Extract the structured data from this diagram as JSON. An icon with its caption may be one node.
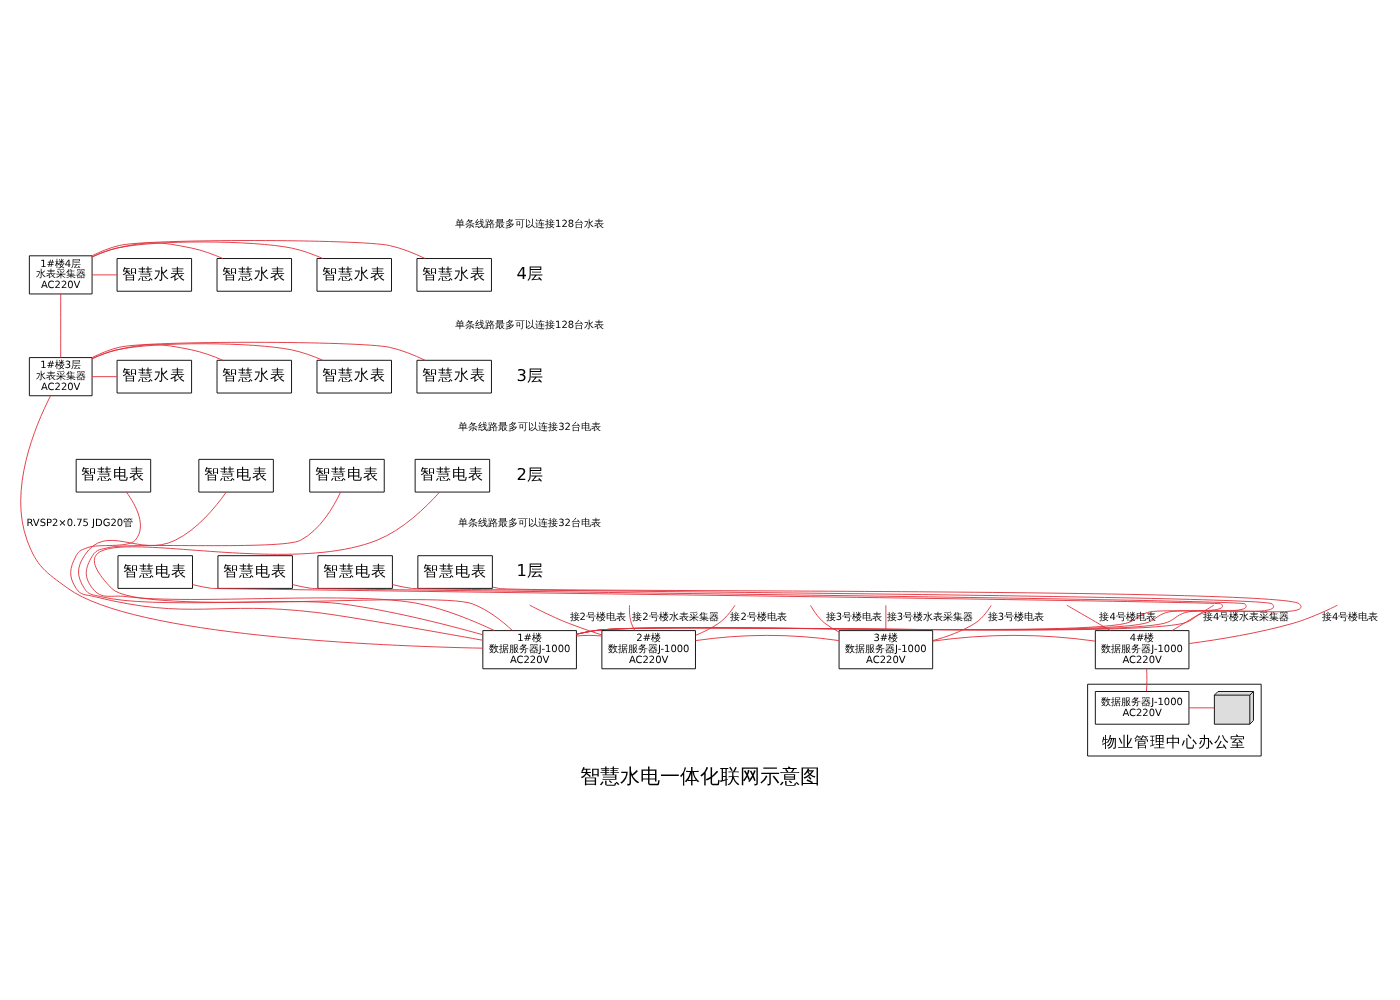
{
  "diagram": {
    "title": "智慧水电一体化联网示意图",
    "nodes": [
      {
        "text": [
          "1#楼4层",
          "水表采集器",
          "AC220V"
        ]
      },
      {
        "text": [
          "智慧水表"
        ]
      },
      {
        "text": [
          "智慧水表"
        ]
      },
      {
        "text": [
          "智慧水表"
        ]
      },
      {
        "text": [
          "智慧水表"
        ]
      },
      {
        "text": [
          "1#楼3层",
          "水表采集器",
          "AC220V"
        ]
      },
      {
        "text": [
          "智慧水表"
        ]
      },
      {
        "text": [
          "智慧水表"
        ]
      },
      {
        "text": [
          "智慧水表"
        ]
      },
      {
        "text": [
          "智慧水表"
        ]
      },
      {
        "text": [
          "智慧电表"
        ]
      },
      {
        "text": [
          "智慧电表"
        ]
      },
      {
        "text": [
          "智慧电表"
        ]
      },
      {
        "text": [
          "智慧电表"
        ]
      },
      {
        "text": [
          "智慧电表"
        ]
      },
      {
        "text": [
          "智慧电表"
        ]
      },
      {
        "text": [
          "智慧电表"
        ]
      },
      {
        "text": [
          "智慧电表"
        ]
      },
      {
        "text": [
          "1#楼",
          "数据服务器J-1000",
          "AC220V"
        ]
      },
      {
        "text": [
          "2#楼",
          "数据服务器J-1000",
          "AC220V"
        ]
      },
      {
        "text": [
          "3#楼",
          "数据服务器J-1000",
          "AC220V"
        ]
      },
      {
        "text": [
          "4#楼",
          "数据服务器J-1000",
          "AC220V"
        ]
      },
      {
        "text": [
          "物业管理中心办公室"
        ]
      },
      {
        "text": [
          "数据服务器J-1000",
          "AC220V"
        ],
        "in": 22
      },
      {
        "text": [],
        "shape": "picture",
        "in": 22
      }
    ],
    "edges": [
      {
        "from": 0,
        "to": 1,
        "arrow": "none"
      },
      {
        "from": 0,
        "to": 2,
        "arrow": "none"
      },
      {
        "from": 0,
        "to": 3,
        "arrow": "none"
      },
      {
        "from": 0,
        "to": 4,
        "arrow": "none"
      },
      {
        "from": 5,
        "to": 6,
        "arrow": "none"
      },
      {
        "from": 5,
        "to": 7,
        "arrow": "none"
      },
      {
        "from": 5,
        "to": 8,
        "arrow": "none"
      },
      {
        "from": 5,
        "to": 9,
        "arrow": "none"
      },
      {
        "from": 0,
        "to": 5,
        "arrow": "none"
      },
      {
        "from": 18,
        "to": 5,
        "arrow": "none",
        "label": "RVSP2×0.75 JDG20管"
      },
      {
        "from": 18,
        "to": 10,
        "arrow": "none"
      },
      {
        "from": 18,
        "to": 11,
        "arrow": "none"
      },
      {
        "from": 18,
        "to": 12,
        "arrow": "none"
      },
      {
        "from": 18,
        "to": 13,
        "arrow": "none"
      },
      {
        "from": 18,
        "to": 14,
        "arrow": "none"
      },
      {
        "from": 18,
        "to": 15,
        "arrow": "none"
      },
      {
        "from": 18,
        "to": 16,
        "arrow": "none"
      },
      {
        "from": 18,
        "to": 17,
        "arrow": "none"
      },
      {
        "from": null,
        "to": 19,
        "arrow": "none",
        "label": "接2号楼电表"
      },
      {
        "from": null,
        "to": 19,
        "arrow": "none",
        "label": "接2号楼电表"
      },
      {
        "from": null,
        "to": 19,
        "arrow": "none",
        "label": "接2号楼水表采集器"
      },
      {
        "from": null,
        "to": 20,
        "arrow": "none",
        "label": "接3号楼电表"
      },
      {
        "from": null,
        "to": 20,
        "arrow": "none",
        "label": "接3号楼电表"
      },
      {
        "from": null,
        "to": 20,
        "arrow": "none",
        "label": "接3号楼水表采集器"
      },
      {
        "from": null,
        "to": 21,
        "arrow": "none",
        "label": "接4号楼电表"
      },
      {
        "from": null,
        "to": 21,
        "arrow": "none",
        "label": "接4号楼电表"
      },
      {
        "from": null,
        "to": 21,
        "arrow": "none",
        "label": "接4号楼水表采集器"
      },
      {
        "from": 18,
        "to": 19,
        "arrow": "none"
      },
      {
        "from": 19,
        "to": 20,
        "arrow": "none"
      },
      {
        "from": 20,
        "to": 21,
        "arrow": "none"
      },
      {
        "from": 21,
        "to": 23,
        "arrow": "none"
      },
      {
        "from": 23,
        "to": 24,
        "arrow": "none"
      }
    ],
    "labels": [
      "单条线路最多可以连接128台水表",
      "4层",
      "单条线路最多可以连接128台水表",
      "3层",
      "单条线路最多可以连接32台电表",
      "2层",
      "单条线路最多可以连接32台电表",
      "1层"
    ]
  }
}
